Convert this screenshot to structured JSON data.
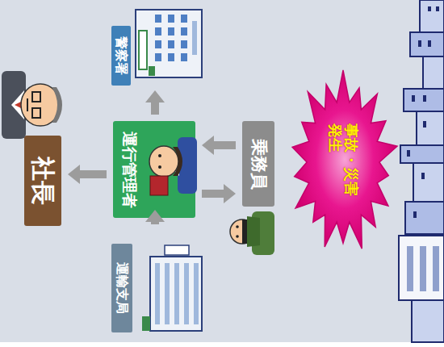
{
  "diagram": {
    "nodes": [
      {
        "text": [
          "社長"
        ]
      },
      {
        "text": [
          "警察署"
        ]
      },
      {
        "text": [
          "運行管理者"
        ]
      },
      {
        "text": [
          "乗務員"
        ]
      },
      {
        "text": [
          "事故・災害発生"
        ]
      },
      {
        "text": [
          "運輸支局"
        ]
      }
    ],
    "edges": [
      {
        "from": 3,
        "to": 2,
        "arrow": "to"
      },
      {
        "from": 2,
        "to": 3,
        "arrow": "to"
      },
      {
        "from": 2,
        "to": 0,
        "arrow": "to"
      },
      {
        "from": 2,
        "to": 1,
        "arrow": "to"
      },
      {
        "from": 2,
        "to": 5,
        "arrow": "to"
      }
    ]
  }
}
